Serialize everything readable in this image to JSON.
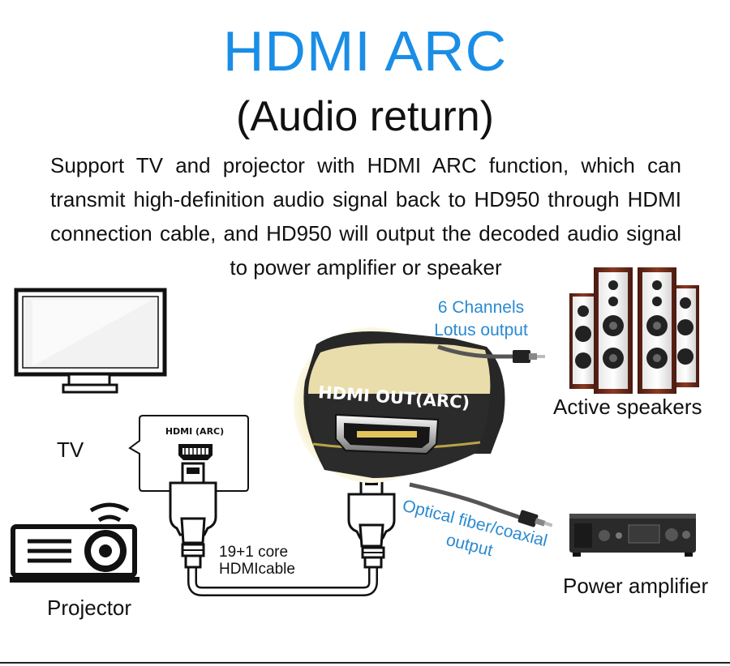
{
  "header": {
    "title": "HDMI ARC",
    "subtitle": "(Audio return)"
  },
  "description": "Support TV and projector with HDMI ARC function, which can transmit high-definition audio signal back to HD950 through HDMI connection cable, and HD950 will output the decoded audio signal to power amplifier or speaker",
  "devices": {
    "tv_label": "TV",
    "projector_label": "Projector",
    "active_speakers_label": "Active speakers",
    "power_amplifier_label": "Power amplifier"
  },
  "ports": {
    "tv_port_label": "HDMI (ARC)",
    "device_port_label": "HDMI OUT(ARC)"
  },
  "cable": {
    "line1": "19+1 core",
    "line2": "HDMIcable"
  },
  "outputs": {
    "lotus_line1": "6 Channels",
    "lotus_line2": "Lotus output",
    "optical_line1": "Optical fiber/coaxial",
    "optical_line2": "output"
  },
  "colors": {
    "title_blue": "#1a8ee6",
    "label_blue": "#2a8ad0",
    "port_panel": "#2b2b2b",
    "port_highlight": "#f3e7b3"
  }
}
